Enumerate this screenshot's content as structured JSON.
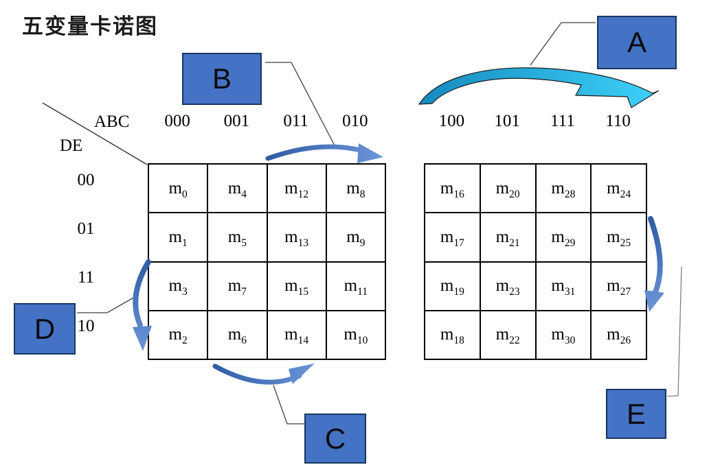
{
  "title": "五变量卡诺图",
  "corner": {
    "col_var": "ABC",
    "row_var": "DE"
  },
  "minterm_prefix": "m",
  "label_boxes": {
    "a": "A",
    "b": "B",
    "c": "C",
    "d": "D",
    "e": "E"
  },
  "left_map": {
    "col_labels": [
      "000",
      "001",
      "011",
      "010"
    ],
    "row_labels": [
      "00",
      "01",
      "11",
      "10"
    ],
    "cells": [
      [
        0,
        4,
        12,
        8
      ],
      [
        1,
        5,
        13,
        9
      ],
      [
        3,
        7,
        15,
        11
      ],
      [
        2,
        6,
        14,
        10
      ]
    ]
  },
  "right_map": {
    "col_labels": [
      "100",
      "101",
      "111",
      "110"
    ],
    "cells": [
      [
        16,
        20,
        28,
        24
      ],
      [
        17,
        21,
        29,
        25
      ],
      [
        19,
        23,
        31,
        27
      ],
      [
        18,
        22,
        30,
        26
      ]
    ]
  },
  "colors": {
    "label_box_fill": "#4472C4",
    "label_box_border": "#17375E",
    "big_arrow_start": "#1689BF",
    "big_arrow_end": "#3DD2F9",
    "small_arrow_dark": "#2F5BA3",
    "small_arrow_light": "#6C96D8",
    "table_border": "#000000",
    "text": "#000000"
  }
}
